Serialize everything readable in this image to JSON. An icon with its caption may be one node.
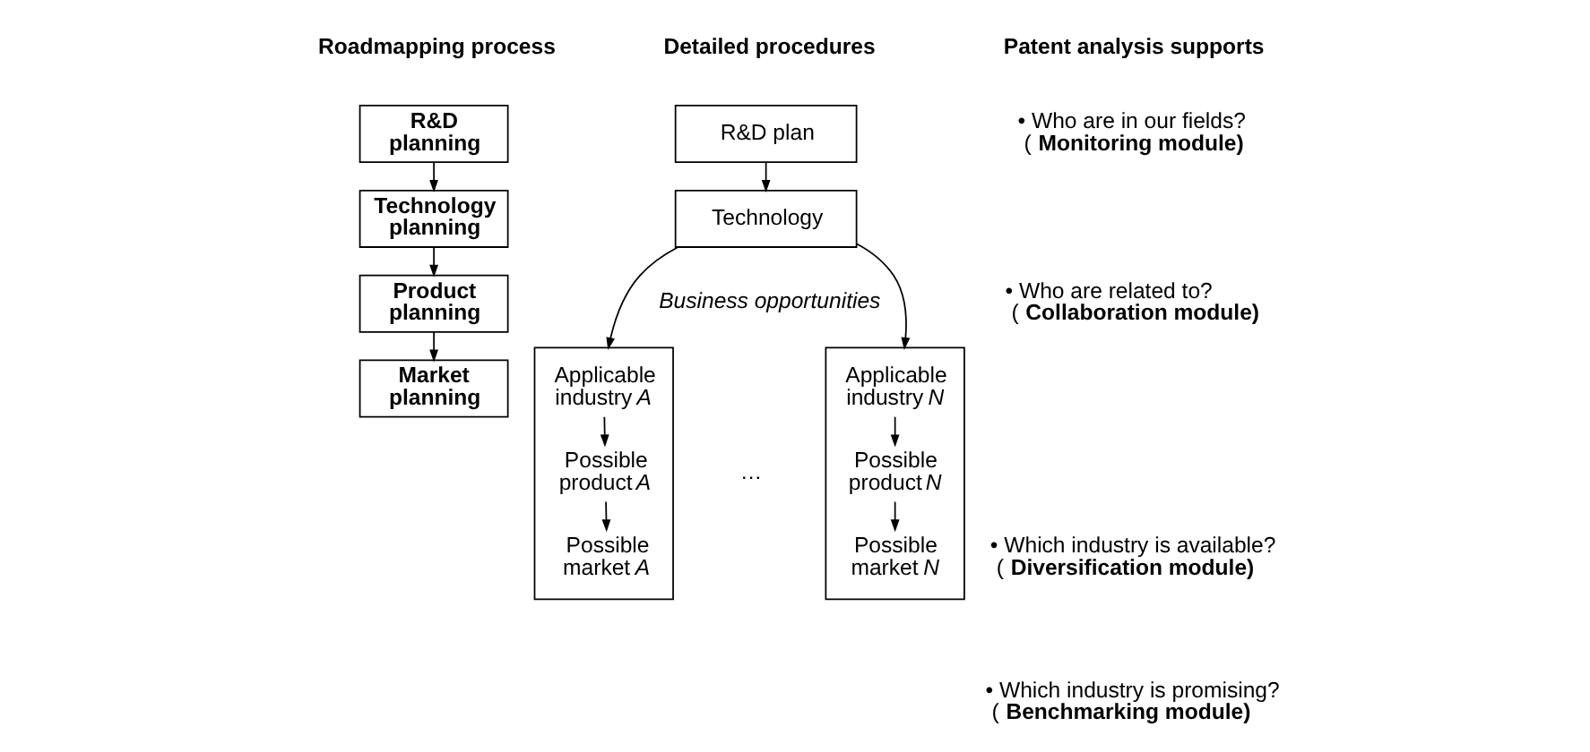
{
  "diagram": {
    "nodes": [
      {
        "text": [
          "R&D planning"
        ]
      },
      {
        "text": [
          "Technology planning"
        ]
      },
      {
        "text": [
          "Product planning"
        ]
      },
      {
        "text": [
          "Market planning"
        ]
      },
      {
        "text": [
          "R&D plan"
        ]
      },
      {
        "text": [
          "Technology"
        ]
      },
      {
        "text": [],
        "shape": "box"
      },
      {
        "text": [
          "Applicable industry *A*"
        ],
        "in": 6
      },
      {
        "text": [
          "Possible product *A*"
        ],
        "in": 6
      },
      {
        "text": [
          "Possible market *A*"
        ],
        "in": 6
      },
      {
        "text": [],
        "shape": "box"
      },
      {
        "text": [
          "Applicable industry *N*"
        ],
        "in": 10
      },
      {
        "text": [
          "Possible product *N*"
        ],
        "in": 10
      },
      {
        "text": [
          "Possible market *N*"
        ],
        "in": 10
      }
    ],
    "edges": [
      {
        "from": 0,
        "to": 1,
        "arrow": "to"
      },
      {
        "from": 1,
        "to": 2,
        "arrow": "to"
      },
      {
        "from": 2,
        "to": 3,
        "arrow": "to"
      },
      {
        "from": 4,
        "to": 5,
        "arrow": "to"
      },
      {
        "from": 5,
        "to": 6,
        "arrow": "to"
      },
      {
        "from": 5,
        "to": 10,
        "arrow": "to"
      },
      {
        "from": 7,
        "to": 8,
        "arrow": "to"
      },
      {
        "from": 8,
        "to": 9,
        "arrow": "to"
      },
      {
        "from": 11,
        "to": 12,
        "arrow": "to"
      },
      {
        "from": 12,
        "to": 13,
        "arrow": "to"
      }
    ],
    "labels": [
      "Roadmapping process",
      "Detailed procedures",
      "Patent analysis supports",
      "Business opportunities",
      "…",
      "• Who are in our fields? (**Monitoring module)**",
      "• Who are related to? (**Collaboration module)**",
      "• Which industry is available? (**Diversification module)**",
      "• Which industry is promising? (**Benchmarking module)**"
    ]
  }
}
